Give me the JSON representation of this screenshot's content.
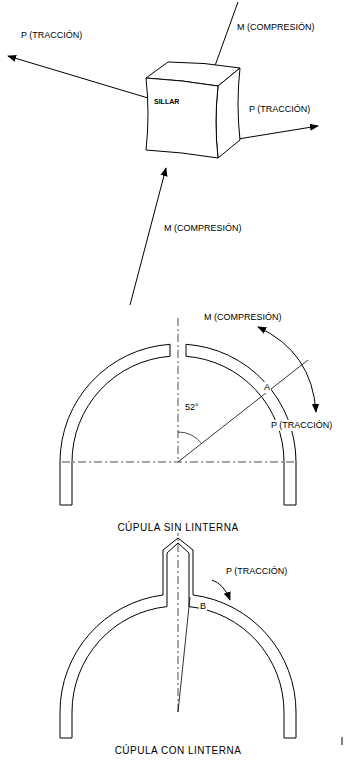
{
  "diagram": {
    "nodes": [
      {
        "text": [
          "SILLAR"
        ]
      }
    ],
    "labels": [
      "M (COMPRESIÓN)",
      "P (TRACCIÓN)",
      "P (TRACCIÓN)",
      "M (COMPRESIÓN)",
      "M (COMPRESIÓN)",
      "A",
      "52°",
      "P (TRACCIÓN)",
      "CÚPULA SIN LINTERNA",
      "B",
      "P (TRACCIÓN)",
      "CÚPULA CON LINTERNA"
    ]
  }
}
